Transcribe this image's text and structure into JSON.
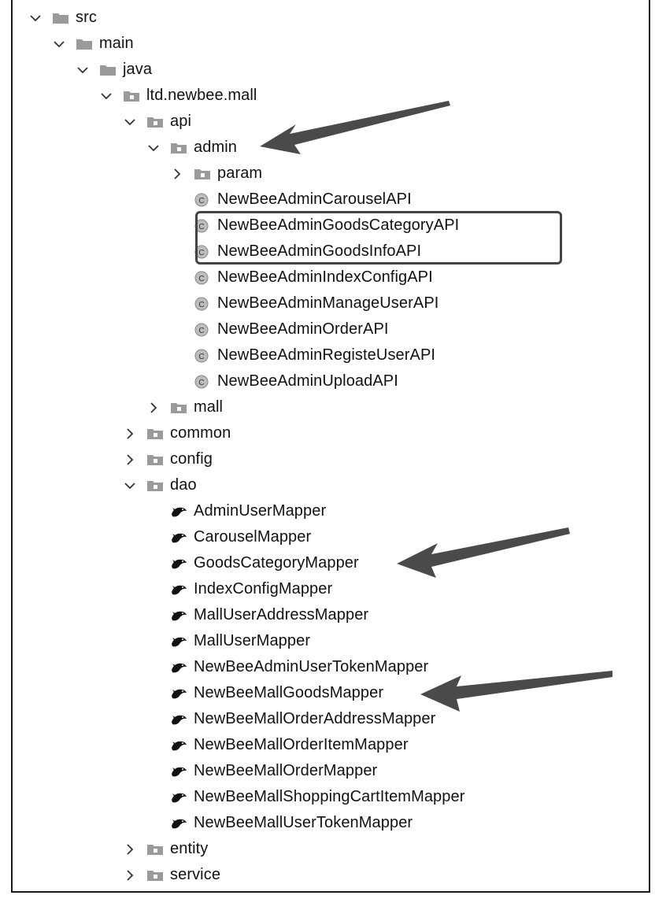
{
  "colors": {
    "arrow": "#4a4a4a",
    "folder": "#9a9a9a",
    "class_circle": "#bdbdbd",
    "text": "#111111",
    "highlight_border": "#444444"
  },
  "tree": [
    {
      "name": "tree-folder-src",
      "label": "src",
      "depth": 0,
      "kind": "folder",
      "state": "expanded"
    },
    {
      "name": "tree-folder-main",
      "label": "main",
      "depth": 1,
      "kind": "folder",
      "state": "expanded"
    },
    {
      "name": "tree-folder-java",
      "label": "java",
      "depth": 2,
      "kind": "folder",
      "state": "expanded"
    },
    {
      "name": "tree-package-ltd-newbee-mall",
      "label": "ltd.newbee.mall",
      "depth": 3,
      "kind": "package",
      "state": "expanded"
    },
    {
      "name": "tree-package-api",
      "label": "api",
      "depth": 4,
      "kind": "package",
      "state": "expanded"
    },
    {
      "name": "tree-package-admin",
      "label": "admin",
      "depth": 5,
      "kind": "package",
      "state": "expanded"
    },
    {
      "name": "tree-package-param",
      "label": "param",
      "depth": 6,
      "kind": "package",
      "state": "collapsed"
    },
    {
      "name": "tree-class-carousel-api",
      "label": "NewBeeAdminCarouselAPI",
      "depth": 6,
      "kind": "class"
    },
    {
      "name": "tree-class-goods-category-api",
      "label": "NewBeeAdminGoodsCategoryAPI",
      "depth": 6,
      "kind": "class"
    },
    {
      "name": "tree-class-goods-info-api",
      "label": "NewBeeAdminGoodsInfoAPI",
      "depth": 6,
      "kind": "class"
    },
    {
      "name": "tree-class-index-config-api",
      "label": "NewBeeAdminIndexConfigAPI",
      "depth": 6,
      "kind": "class"
    },
    {
      "name": "tree-class-manage-user-api",
      "label": "NewBeeAdminManageUserAPI",
      "depth": 6,
      "kind": "class"
    },
    {
      "name": "tree-class-order-api",
      "label": "NewBeeAdminOrderAPI",
      "depth": 6,
      "kind": "class"
    },
    {
      "name": "tree-class-registe-user-api",
      "label": "NewBeeAdminRegisteUserAPI",
      "depth": 6,
      "kind": "class"
    },
    {
      "name": "tree-class-upload-api",
      "label": "NewBeeAdminUploadAPI",
      "depth": 6,
      "kind": "class"
    },
    {
      "name": "tree-package-mall",
      "label": "mall",
      "depth": 5,
      "kind": "package",
      "state": "collapsed"
    },
    {
      "name": "tree-package-common",
      "label": "common",
      "depth": 4,
      "kind": "package",
      "state": "collapsed"
    },
    {
      "name": "tree-package-config",
      "label": "config",
      "depth": 4,
      "kind": "package",
      "state": "collapsed"
    },
    {
      "name": "tree-package-dao",
      "label": "dao",
      "depth": 4,
      "kind": "package",
      "state": "expanded"
    },
    {
      "name": "tree-mapper-admin-user",
      "label": "AdminUserMapper",
      "depth": 5,
      "kind": "mapper"
    },
    {
      "name": "tree-mapper-carousel",
      "label": "CarouselMapper",
      "depth": 5,
      "kind": "mapper"
    },
    {
      "name": "tree-mapper-goods-category",
      "label": "GoodsCategoryMapper",
      "depth": 5,
      "kind": "mapper"
    },
    {
      "name": "tree-mapper-index-config",
      "label": "IndexConfigMapper",
      "depth": 5,
      "kind": "mapper"
    },
    {
      "name": "tree-mapper-mall-user-address",
      "label": "MallUserAddressMapper",
      "depth": 5,
      "kind": "mapper"
    },
    {
      "name": "tree-mapper-mall-user",
      "label": "MallUserMapper",
      "depth": 5,
      "kind": "mapper"
    },
    {
      "name": "tree-mapper-admin-user-token",
      "label": "NewBeeAdminUserTokenMapper",
      "depth": 5,
      "kind": "mapper"
    },
    {
      "name": "tree-mapper-mall-goods",
      "label": "NewBeeMallGoodsMapper",
      "depth": 5,
      "kind": "mapper"
    },
    {
      "name": "tree-mapper-order-address",
      "label": "NewBeeMallOrderAddressMapper",
      "depth": 5,
      "kind": "mapper"
    },
    {
      "name": "tree-mapper-order-item",
      "label": "NewBeeMallOrderItemMapper",
      "depth": 5,
      "kind": "mapper"
    },
    {
      "name": "tree-mapper-order",
      "label": "NewBeeMallOrderMapper",
      "depth": 5,
      "kind": "mapper"
    },
    {
      "name": "tree-mapper-shopping-cart-item",
      "label": "NewBeeMallShoppingCartItemMapper",
      "depth": 5,
      "kind": "mapper"
    },
    {
      "name": "tree-mapper-user-token",
      "label": "NewBeeMallUserTokenMapper",
      "depth": 5,
      "kind": "mapper"
    },
    {
      "name": "tree-package-entity",
      "label": "entity",
      "depth": 4,
      "kind": "package",
      "state": "collapsed"
    },
    {
      "name": "tree-package-service",
      "label": "service",
      "depth": 4,
      "kind": "package",
      "state": "collapsed"
    }
  ]
}
